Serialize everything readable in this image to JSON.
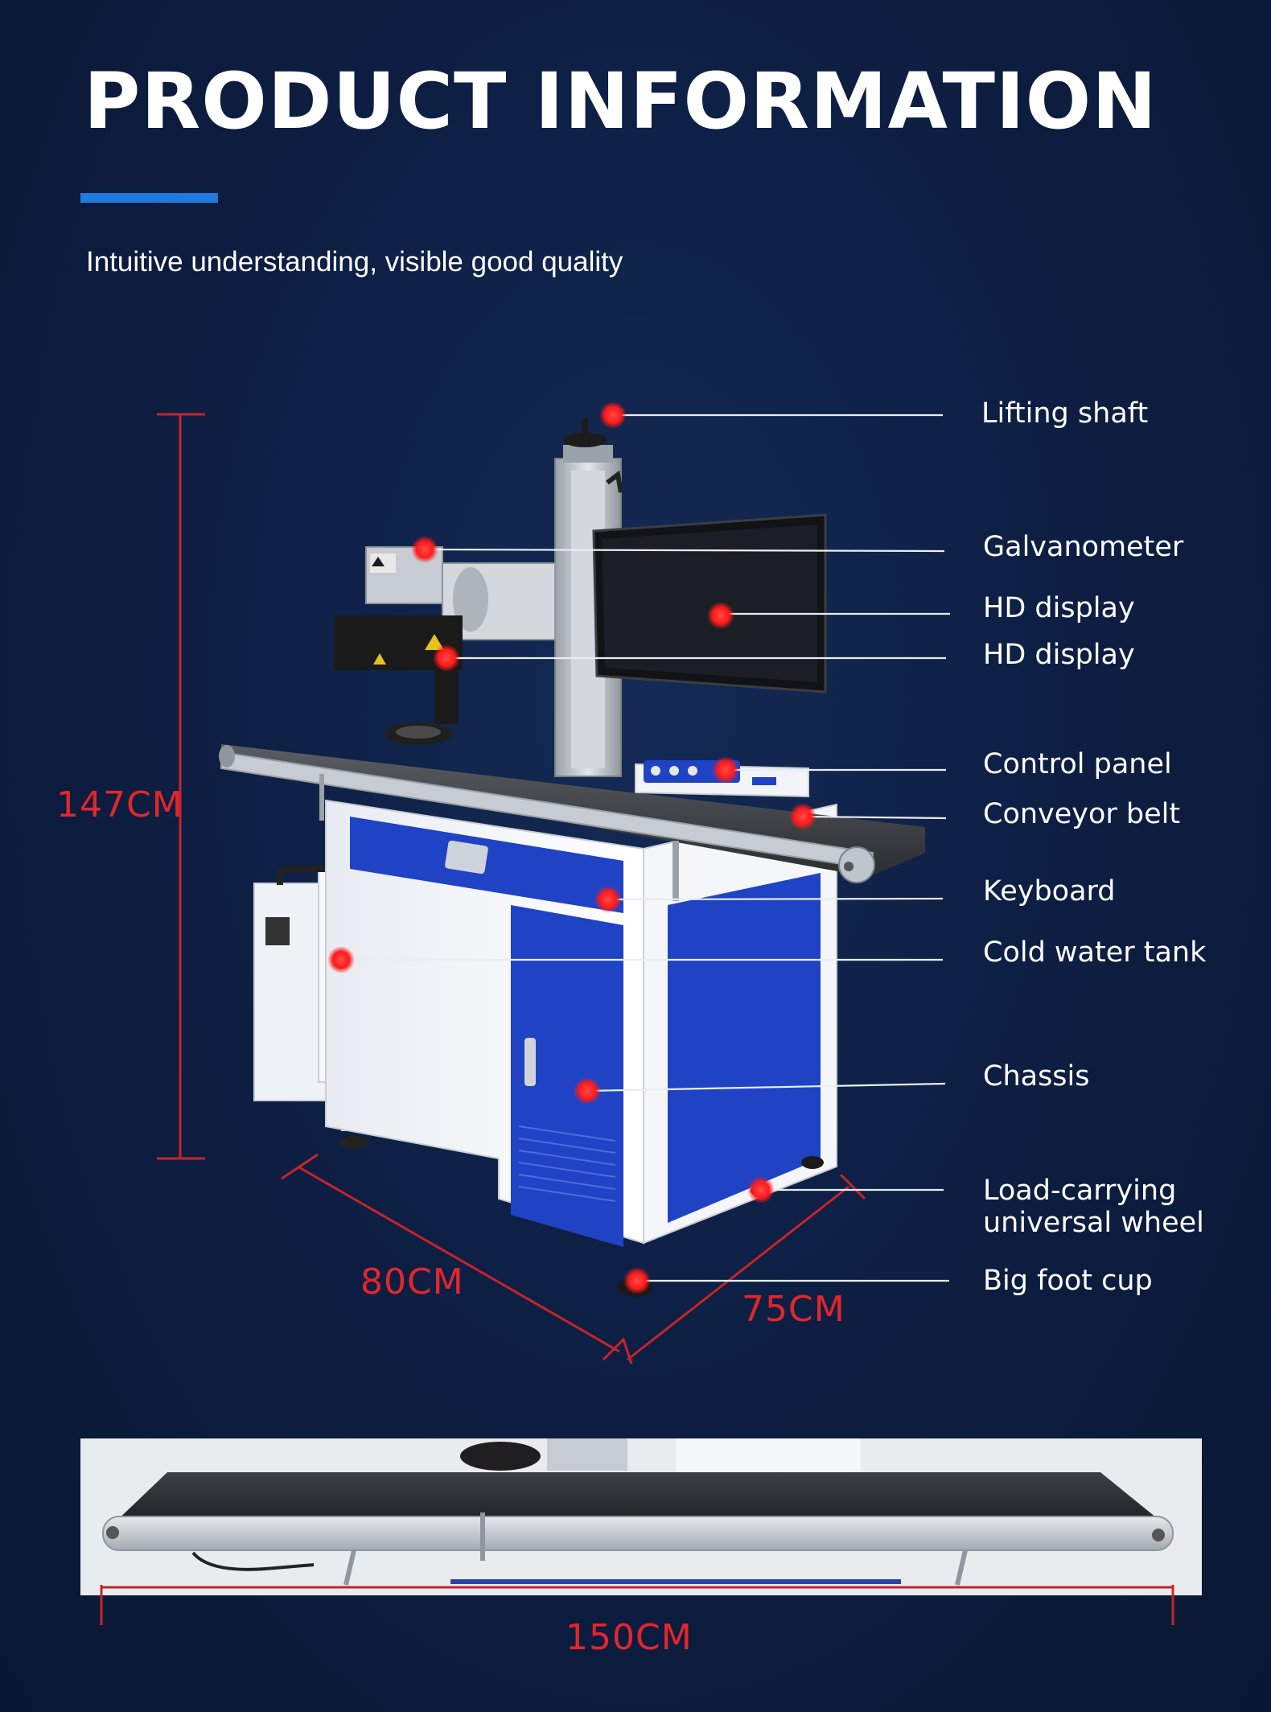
{
  "header": {
    "title": "PRODUCT INFORMATION",
    "subtitle": "Intuitive understanding, visible good quality"
  },
  "callouts": [
    {
      "id": "lifting-shaft",
      "label": "Lifting shaft"
    },
    {
      "id": "galvanometer",
      "label": "Galvanometer"
    },
    {
      "id": "hd-display-1",
      "label": "HD display"
    },
    {
      "id": "hd-display-2",
      "label": "HD display"
    },
    {
      "id": "control-panel",
      "label": "Control panel"
    },
    {
      "id": "conveyor-belt",
      "label": "Conveyor belt"
    },
    {
      "id": "keyboard",
      "label": "Keyboard"
    },
    {
      "id": "cold-water-tank",
      "label": "Cold water tank"
    },
    {
      "id": "chassis",
      "label": "Chassis"
    },
    {
      "id": "universal-wheel",
      "label": "Load-carrying",
      "label2": "universal wheel"
    },
    {
      "id": "big-foot-cup",
      "label": "Big foot cup"
    }
  ],
  "dimensions": {
    "height": "147CM",
    "depth": "80CM",
    "width": "75CM",
    "belt_length": "150CM"
  },
  "colors": {
    "accent": "#1e7be0",
    "marker": "#ff1a1a",
    "dimension": "#e3262b",
    "cabinet_blue": "#1f43c4"
  }
}
